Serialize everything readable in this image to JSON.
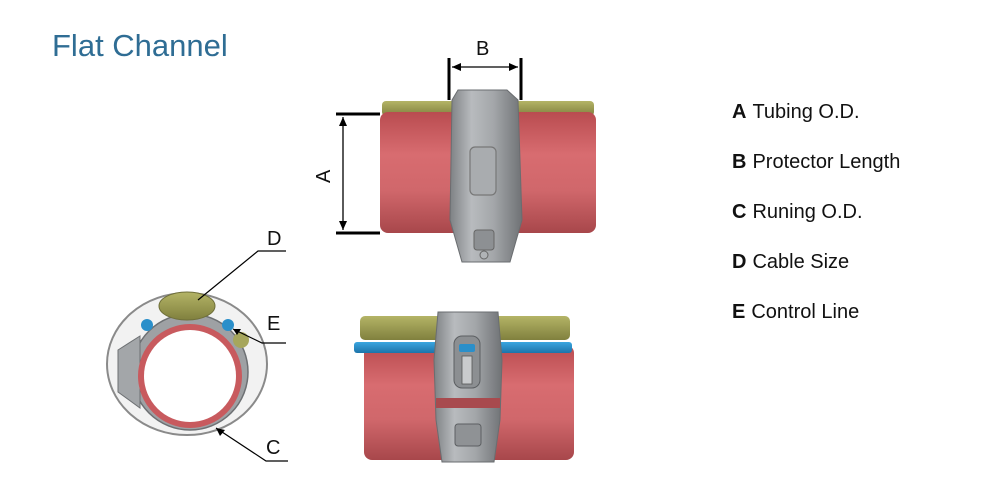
{
  "title": "Flat Channel",
  "legend": [
    {
      "letter": "A",
      "text": "Tubing O.D."
    },
    {
      "letter": "B",
      "text": "Protector Length"
    },
    {
      "letter": "C",
      "text": "Runing O.D."
    },
    {
      "letter": "D",
      "text": "Cable Size"
    },
    {
      "letter": "E",
      "text": "Control Line"
    }
  ],
  "callouts": {
    "a": "A",
    "b": "B",
    "c": "C",
    "d": "D",
    "e": "E"
  },
  "colors": {
    "title": "#2f6d94",
    "tubing": "#c85a5e",
    "cable": "#9a9a4c",
    "control_line": "#2a8fca",
    "protector": "#9ea1a4"
  }
}
